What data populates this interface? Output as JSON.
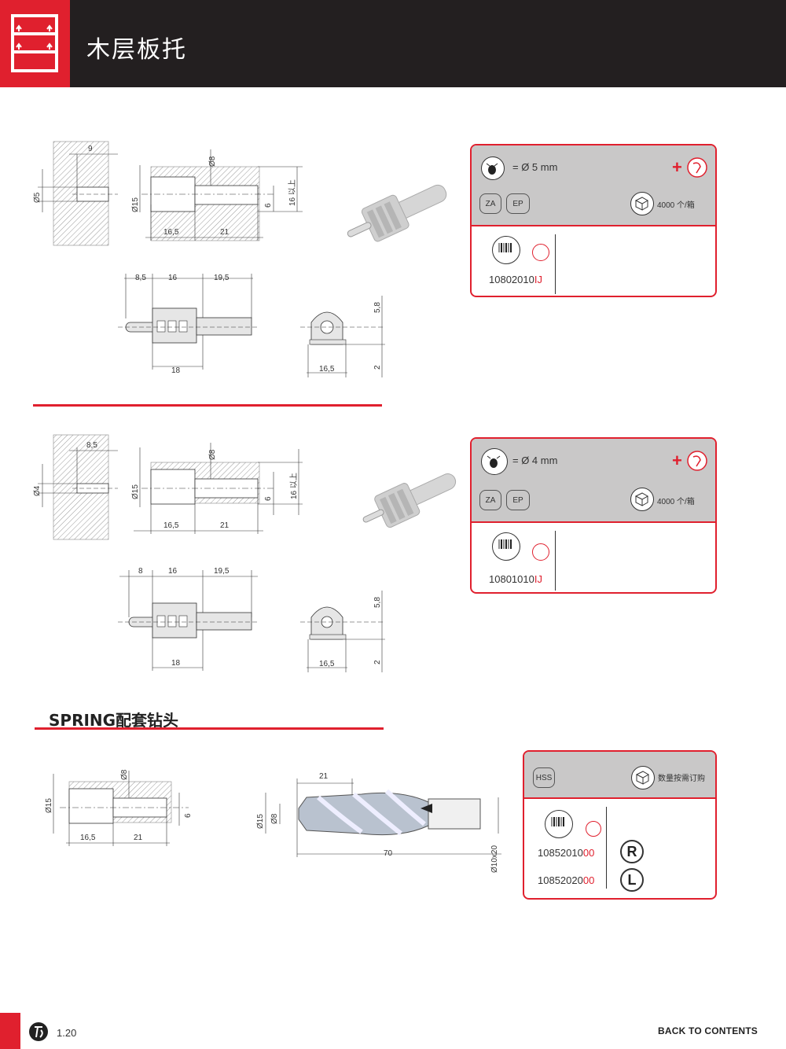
{
  "header": {
    "title": "木层板托"
  },
  "block1": {
    "dims_top": {
      "d5": "Ø5",
      "c9": "9",
      "d8": "Ø8",
      "d15": "Ø15",
      "a165": "16,5",
      "b21": "21",
      "six": "6",
      "min16": "16 以上"
    },
    "dims_side": {
      "a85": "8,5",
      "b16": "16",
      "c195": "19,5",
      "d18": "18"
    },
    "dims_front": {
      "h58": "5,8",
      "w165": "16,5",
      "h2": "2"
    },
    "card": {
      "drill": "= Ø 5 mm",
      "b1": "ZA",
      "b2": "EP",
      "pack": "4000 个/箱",
      "code_base": "10802010",
      "code_suffix": "IJ"
    }
  },
  "block2": {
    "dims_top": {
      "d4": "Ø4",
      "c85": "8,5",
      "d8": "Ø8",
      "d15": "Ø15",
      "a165": "16,5",
      "b21": "21",
      "six": "6",
      "min16": "16 以上"
    },
    "dims_side": {
      "a8": "8",
      "b16": "16",
      "c195": "19,5",
      "d18": "18"
    },
    "dims_front": {
      "h58": "5,8",
      "w165": "16,5",
      "h2": "2"
    },
    "card": {
      "drill": "= Ø 4 mm",
      "b1": "ZA",
      "b2": "EP",
      "pack": "4000 个/箱",
      "code_base": "10801010",
      "code_suffix": "IJ"
    }
  },
  "spring": {
    "title": "SPRING配套钻头",
    "dims_hole": {
      "d15": "Ø15",
      "d8": "Ø8",
      "a165": "16,5",
      "b21": "21",
      "six": "6"
    },
    "dims_bit": {
      "b21": "21",
      "d15": "Ø15",
      "d8": "Ø8",
      "len70": "70",
      "shank": "Ø10x20"
    },
    "card": {
      "badge": "HSS",
      "pack": "数量按需订购",
      "code1_base": "10852010",
      "code1_suffix": "00",
      "side1": "R",
      "code2_base": "10852020",
      "code2_suffix": "00",
      "side2": "L"
    }
  },
  "footer": {
    "page": "1.20",
    "back": "BACK TO CONTENTS"
  },
  "colors": {
    "accent": "#e0202e",
    "header_bg": "#231f20",
    "card_top": "#c9c8c8"
  }
}
